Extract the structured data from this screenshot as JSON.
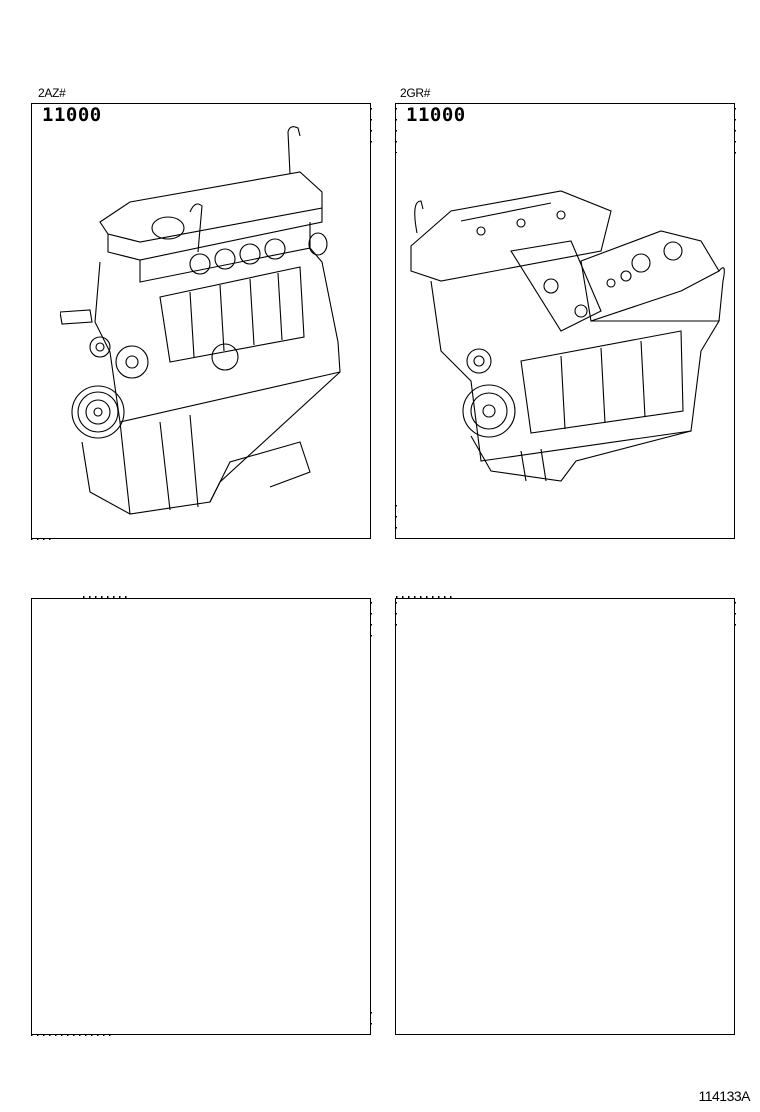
{
  "panels": [
    {
      "engine_code": "2AZ#",
      "part_number": "11000",
      "illustration": "inline-4-engine-assembly-illustration"
    },
    {
      "engine_code": "2GR#",
      "part_number": "11000",
      "illustration": "v6-engine-assembly-illustration"
    },
    {
      "engine_code": "",
      "part_number": "",
      "illustration": "empty"
    },
    {
      "engine_code": "",
      "part_number": "",
      "illustration": "empty"
    }
  ],
  "figure_id": "114133A"
}
